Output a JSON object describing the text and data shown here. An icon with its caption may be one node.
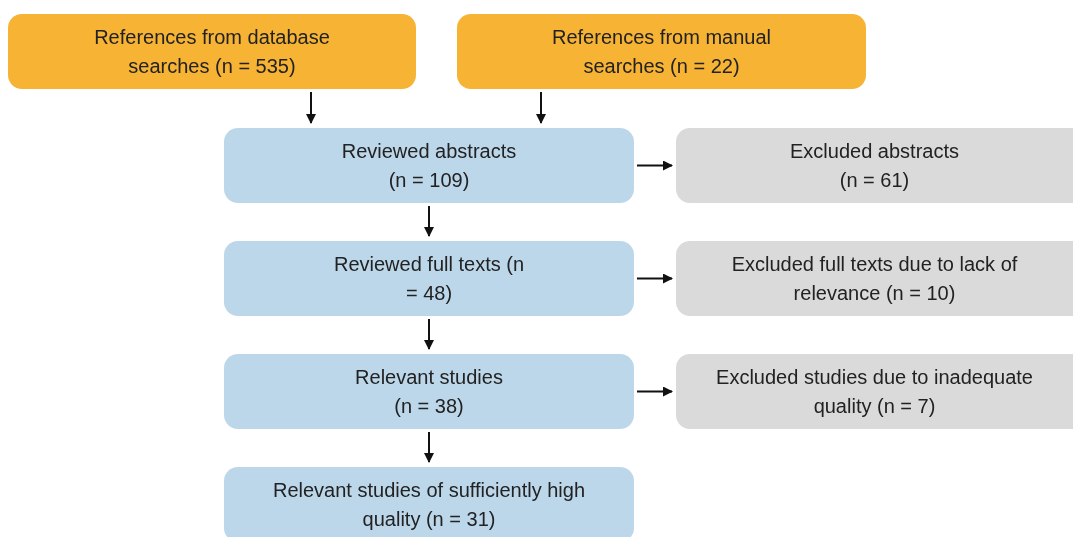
{
  "diagram": {
    "nodes": [
      {
        "text": [
          "References from database searches (n = 535)"
        ]
      },
      {
        "text": [
          "References from manual searches (n = 22)"
        ]
      },
      {
        "text": [
          "Reviewed abstracts (n = 109)"
        ]
      },
      {
        "text": [
          "Excluded abstracts (n = 61)"
        ]
      },
      {
        "text": [
          "Reviewed full texts (n = 48)"
        ]
      },
      {
        "text": [
          "Excluded full texts due to lack of relevance (n = 10)"
        ]
      },
      {
        "text": [
          "Relevant studies (n = 38)"
        ]
      },
      {
        "text": [
          "Excluded studies due to inadequate quality (n = 7)"
        ]
      },
      {
        "text": [
          "Relevant studies of sufficiently high quality (n = 31)"
        ]
      }
    ],
    "edges": [
      {
        "from": 0,
        "to": 2,
        "arrow": "to"
      },
      {
        "from": 1,
        "to": 2,
        "arrow": "to"
      },
      {
        "from": 2,
        "to": 3,
        "arrow": "to"
      },
      {
        "from": 2,
        "to": 4,
        "arrow": "to"
      },
      {
        "from": 4,
        "to": 5,
        "arrow": "to"
      },
      {
        "from": 4,
        "to": 6,
        "arrow": "to"
      },
      {
        "from": 6,
        "to": 7,
        "arrow": "to"
      },
      {
        "from": 6,
        "to": 8,
        "arrow": "to"
      }
    ]
  }
}
